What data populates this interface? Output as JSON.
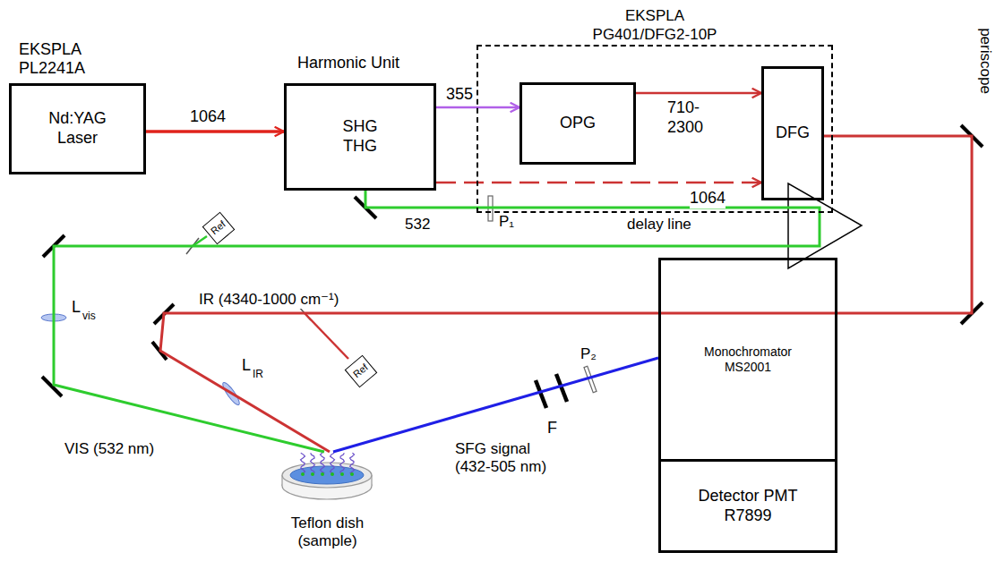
{
  "diagram": {
    "nodes": [
      {
        "text": [
          "EKSPLA PL2241A",
          "Nd:YAG Laser"
        ]
      },
      {
        "text": [
          "Harmonic Unit",
          "SHG THG"
        ]
      },
      {
        "text": [
          "EKSPLA PG401/DFG2-10P"
        ]
      },
      {
        "text": [
          "OPG"
        ],
        "in": 2
      },
      {
        "text": [
          "DFG"
        ],
        "in": 2
      },
      {
        "text": [
          "Ref"
        ]
      },
      {
        "text": [
          "Ref"
        ]
      },
      {
        "text": [
          "Teflon dish (sample)"
        ]
      },
      {
        "text": [
          "Monochromator MS2001"
        ]
      },
      {
        "text": [
          "Detector PMT R7899"
        ]
      }
    ],
    "edges": [
      {
        "from": 0,
        "to": 1,
        "arrow": "to",
        "label": "1064"
      },
      {
        "from": 1,
        "to": 3,
        "arrow": "to",
        "label": "355"
      },
      {
        "from": 3,
        "to": 4,
        "arrow": "to",
        "label": "710-2300"
      },
      {
        "from": 1,
        "to": 4,
        "arrow": "to",
        "label": "1064"
      },
      {
        "from": 1,
        "to": 7,
        "arrow": "none",
        "label": "532"
      },
      {
        "from": 4,
        "to": 7,
        "arrow": "none",
        "label": "IR (4340-1000 cm⁻¹)"
      },
      {
        "from": 7,
        "to": 8,
        "arrow": "none",
        "label": "SFG signal (432-505 nm)"
      }
    ],
    "labels": [
      "periscope",
      "P₁",
      "delay line",
      "L",
      "vis",
      "VIS (532 nm)",
      "L",
      "IR",
      "F",
      "P₂"
    ]
  }
}
